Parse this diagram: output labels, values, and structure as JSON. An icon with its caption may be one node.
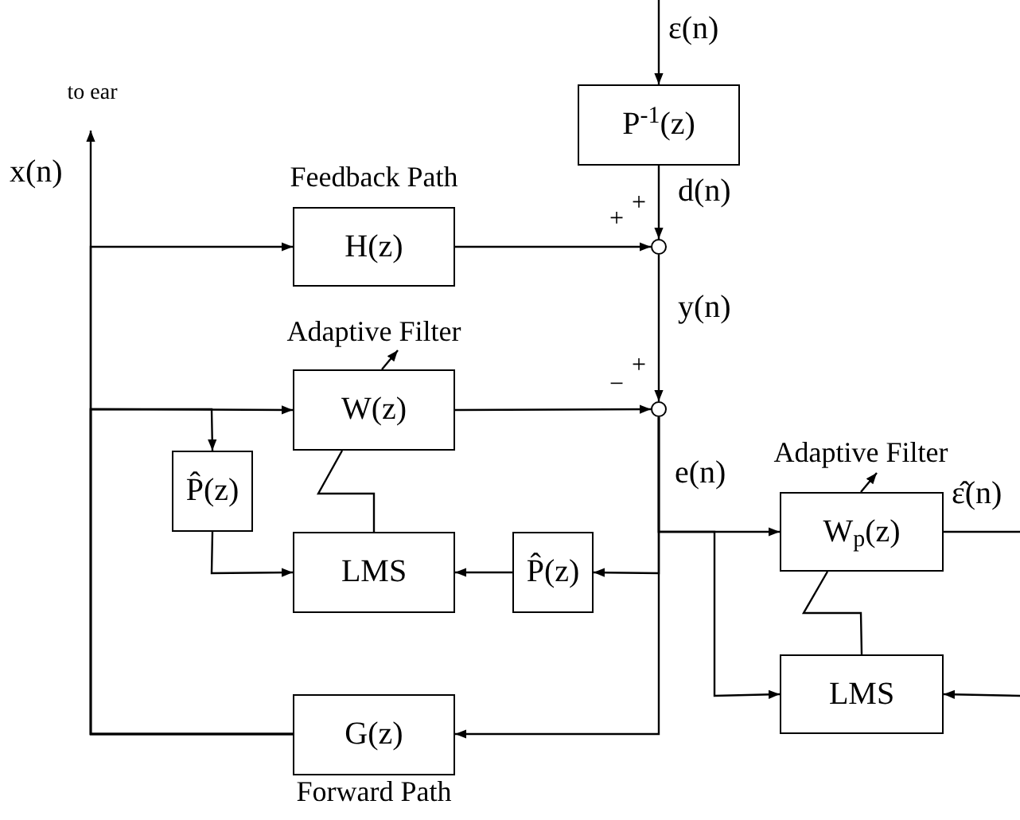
{
  "diagram": {
    "nodes": [
      {
        "text": [
          "to ear"
        ]
      },
      {
        "text": [
          "H(z)"
        ],
        "beside": [
          "Feedback Path"
        ]
      },
      {
        "text": [
          "W(z)"
        ],
        "beside": [
          "Adaptive Filter"
        ]
      },
      {
        "text": [
          "P̂(z)"
        ]
      },
      {
        "text": [
          "LMS"
        ]
      },
      {
        "text": [
          "G(z)"
        ],
        "beside": [
          "Forward Path"
        ]
      },
      {
        "text": [
          "P$^{-1}$(z)"
        ]
      },
      {
        "text": [],
        "shape": "circle"
      },
      {
        "text": [],
        "shape": "circle"
      },
      {
        "text": [
          "P̂(z)"
        ]
      },
      {
        "text": [
          "W$_{p}$(z)"
        ],
        "beside": [
          "Adaptive Filter"
        ]
      },
      {
        "text": [
          "LMS"
        ]
      }
    ],
    "edges": [
      {
        "from": null,
        "to": 6,
        "arrow": "to",
        "label": "ε(n)"
      },
      {
        "from": 6,
        "to": 7,
        "arrow": "to",
        "label": "d(n)"
      },
      {
        "from": 1,
        "to": 7,
        "arrow": "to"
      },
      {
        "from": 7,
        "to": 8,
        "arrow": "to",
        "label": "y(n)"
      },
      {
        "from": 2,
        "to": 8,
        "arrow": "to"
      },
      {
        "from": 5,
        "to": 0,
        "arrow": "to"
      },
      {
        "from": 5,
        "to": 1,
        "arrow": "to"
      },
      {
        "from": 5,
        "to": 2,
        "arrow": "to"
      },
      {
        "from": 5,
        "to": 3,
        "arrow": "to"
      },
      {
        "from": 8,
        "to": 5,
        "arrow": "to"
      },
      {
        "from": 8,
        "to": 9,
        "arrow": "to"
      },
      {
        "from": 8,
        "to": 10,
        "arrow": "to",
        "label": "e(n)"
      },
      {
        "from": 8,
        "to": 11,
        "arrow": "to"
      },
      {
        "from": 9,
        "to": 4,
        "arrow": "to"
      },
      {
        "from": 3,
        "to": 4,
        "arrow": "to"
      },
      {
        "from": 4,
        "to": 2,
        "arrow": "none"
      },
      {
        "from": 11,
        "to": 10,
        "arrow": "none"
      },
      {
        "from": 10,
        "to": null,
        "arrow": "none",
        "label": "ε̂(n)"
      },
      {
        "from": null,
        "to": 11,
        "arrow": "to"
      }
    ],
    "labels": [
      "x(n)",
      "+",
      "+",
      "+",
      "−"
    ]
  }
}
